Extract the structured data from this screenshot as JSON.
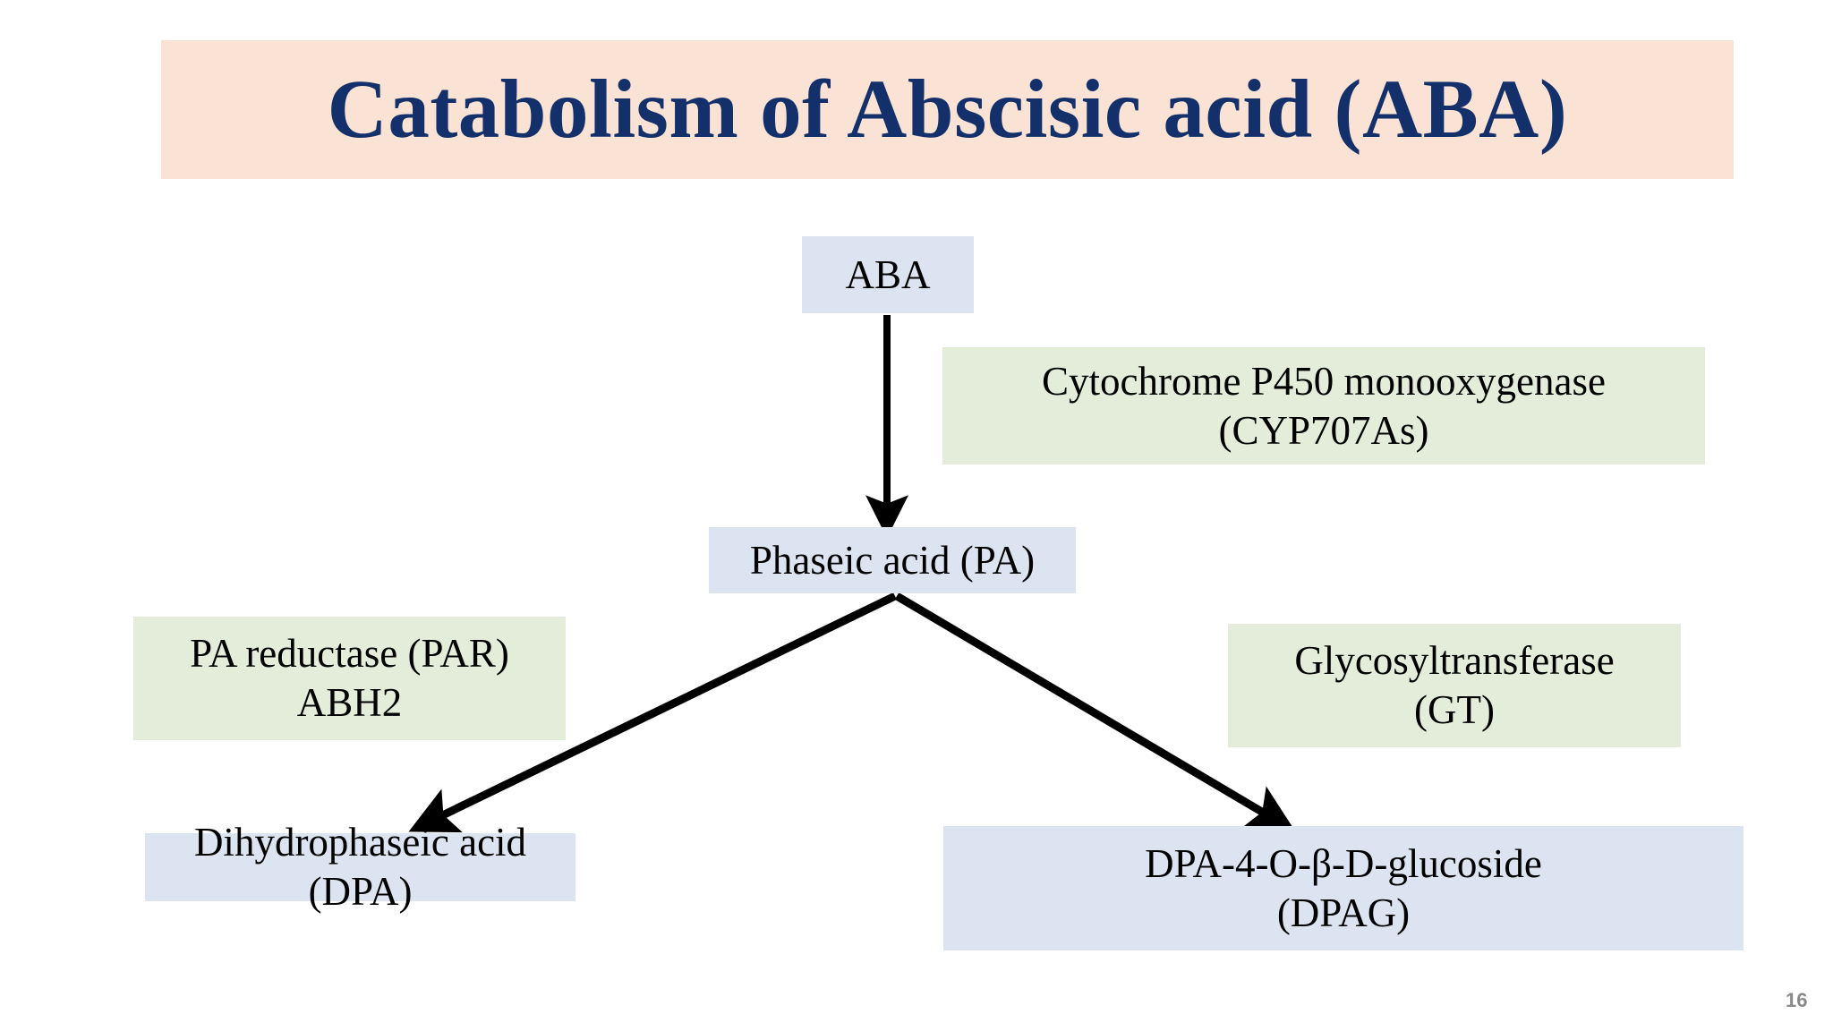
{
  "slide": {
    "title": "Catabolism of Abscisic acid (ABA)",
    "page_number": "16",
    "background_color": "#ffffff",
    "title_banner_color": "#fae2d5",
    "title_text_color": "#13306b",
    "metabolite_box_color": "#dce3f1",
    "enzyme_box_color": "#e4edda",
    "arrow_color": "#000000"
  },
  "diagram": {
    "type": "flowchart",
    "nodes": [
      {
        "id": "aba",
        "label": "ABA",
        "kind": "metabolite"
      },
      {
        "id": "cyp",
        "label": "Cytochrome P450 monooxygenase\n(CYP707As)",
        "line1": "Cytochrome P450 monooxygenase",
        "line2": "(CYP707As)",
        "kind": "enzyme"
      },
      {
        "id": "pa",
        "label": "Phaseic acid (PA)",
        "kind": "metabolite"
      },
      {
        "id": "par",
        "label": "PA reductase (PAR)\nABH2",
        "line1": "PA reductase (PAR)",
        "line2": "ABH2",
        "kind": "enzyme"
      },
      {
        "id": "gt",
        "label": "Glycosyltransferase\n(GT)",
        "line1": "Glycosyltransferase",
        "line2": "(GT)",
        "kind": "enzyme"
      },
      {
        "id": "dpa",
        "label": "Dihydrophaseic acid (DPA)",
        "kind": "metabolite"
      },
      {
        "id": "dpag",
        "label": "DPA-4-O-β-D-glucoside\n(DPAG)",
        "line1": "DPA-4-O-β-D-glucoside",
        "line2": "(DPAG)",
        "kind": "metabolite"
      }
    ],
    "edges": [
      {
        "from": "aba",
        "to": "pa",
        "enzyme": "cyp",
        "direction": "down"
      },
      {
        "from": "pa",
        "to": "dpa",
        "enzyme": "par",
        "direction": "down-left"
      },
      {
        "from": "pa",
        "to": "dpag",
        "enzyme": "gt",
        "direction": "down-right"
      }
    ]
  }
}
